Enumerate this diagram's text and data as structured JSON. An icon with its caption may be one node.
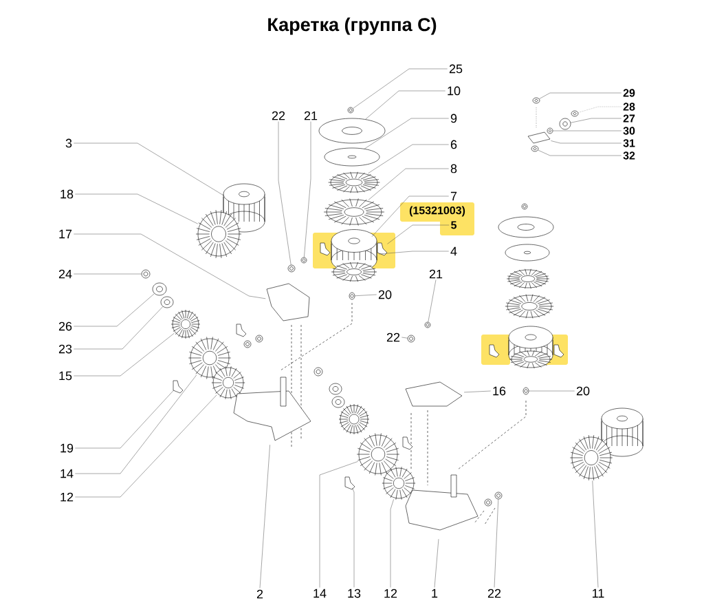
{
  "diagram": {
    "title": "Каретка (группа C)",
    "nodes": [
      {
        "text": [
          "25"
        ]
      },
      {
        "text": [
          "10"
        ]
      },
      {
        "text": [
          "9"
        ]
      },
      {
        "text": [
          "6"
        ]
      },
      {
        "text": [
          "8"
        ]
      },
      {
        "text": [
          "7"
        ]
      },
      {
        "text": [
          "5"
        ]
      },
      {
        "text": [
          "4"
        ]
      },
      {
        "text": [
          "22"
        ]
      },
      {
        "text": [
          "21"
        ]
      },
      {
        "text": [
          "3"
        ]
      },
      {
        "text": [
          "18"
        ]
      },
      {
        "text": [
          "17"
        ]
      },
      {
        "text": [
          "24"
        ]
      },
      {
        "text": [
          "26"
        ]
      },
      {
        "text": [
          "23"
        ]
      },
      {
        "text": [
          "15"
        ]
      },
      {
        "text": [
          "19"
        ]
      },
      {
        "text": [
          "14"
        ]
      },
      {
        "text": [
          "12"
        ]
      },
      {
        "text": [
          "20"
        ]
      },
      {
        "text": [
          "2"
        ]
      },
      {
        "text": [
          "14"
        ]
      },
      {
        "text": [
          "13"
        ]
      },
      {
        "text": [
          "12"
        ]
      },
      {
        "text": [
          "1"
        ]
      },
      {
        "text": [
          "22"
        ]
      },
      {
        "text": [
          "21"
        ]
      },
      {
        "text": [
          "22"
        ]
      },
      {
        "text": [
          "16"
        ]
      },
      {
        "text": [
          "20"
        ]
      },
      {
        "text": [
          "11"
        ]
      },
      {
        "text": [
          "29"
        ]
      },
      {
        "text": [
          "28"
        ]
      },
      {
        "text": [
          "27"
        ]
      },
      {
        "text": [
          "30"
        ]
      },
      {
        "text": [
          "31"
        ]
      },
      {
        "text": [
          "32"
        ]
      },
      {
        "text": [],
        "shape": "picture"
      },
      {
        "text": [],
        "shape": "picture"
      },
      {
        "text": [],
        "shape": "picture"
      },
      {
        "text": [],
        "shape": "picture"
      },
      {
        "text": [],
        "shape": "picture"
      },
      {
        "text": [],
        "shape": "picture"
      },
      {
        "text": [],
        "shape": "picture"
      },
      {
        "text": [],
        "shape": "picture"
      },
      {
        "text": [],
        "shape": "picture"
      },
      {
        "text": [],
        "shape": "picture"
      },
      {
        "text": [],
        "shape": "picture"
      },
      {
        "text": [],
        "shape": "picture"
      },
      {
        "text": [],
        "shape": "picture"
      },
      {
        "text": [],
        "shape": "picture"
      },
      {
        "text": [],
        "shape": "picture"
      },
      {
        "text": [],
        "shape": "picture"
      },
      {
        "text": [],
        "shape": "picture"
      },
      {
        "text": [],
        "shape": "picture"
      },
      {
        "text": [],
        "shape": "picture"
      },
      {
        "text": [],
        "shape": "picture"
      },
      {
        "text": [],
        "shape": "picture"
      },
      {
        "text": [],
        "shape": "picture"
      },
      {
        "text": [],
        "shape": "picture"
      },
      {
        "text": [],
        "shape": "picture"
      },
      {
        "text": [],
        "shape": "picture"
      },
      {
        "text": [],
        "shape": "picture"
      },
      {
        "text": [],
        "shape": "picture"
      },
      {
        "text": [],
        "shape": "picture"
      },
      {
        "text": [],
        "shape": "picture"
      },
      {
        "text": [],
        "shape": "picture"
      },
      {
        "text": [],
        "shape": "picture"
      },
      {
        "text": [],
        "shape": "picture"
      },
      {
        "text": [],
        "shape": "picture"
      },
      {
        "text": [],
        "shape": "picture"
      },
      {
        "text": [],
        "shape": "picture"
      },
      {
        "text": [],
        "shape": "picture"
      },
      {
        "text": [],
        "shape": "picture"
      },
      {
        "text": [],
        "shape": "picture"
      },
      {
        "text": [],
        "shape": "picture"
      },
      {
        "text": [],
        "shape": "picture"
      },
      {
        "text": [],
        "shape": "picture"
      },
      {
        "text": [],
        "shape": "picture"
      },
      {
        "text": [],
        "shape": "picture"
      },
      {
        "text": [],
        "shape": "picture"
      },
      {
        "text": [],
        "shape": "picture"
      },
      {
        "text": [],
        "shape": "picture"
      },
      {
        "text": [],
        "shape": "picture"
      },
      {
        "text": [],
        "shape": "picture"
      },
      {
        "text": [],
        "shape": "picture"
      },
      {
        "text": [],
        "shape": "picture"
      },
      {
        "text": [],
        "shape": "picture"
      },
      {
        "text": [],
        "shape": "picture"
      },
      {
        "text": [],
        "shape": "picture"
      },
      {
        "text": [],
        "shape": "picture"
      },
      {
        "text": [],
        "shape": "picture"
      },
      {
        "text": [],
        "shape": "picture"
      }
    ],
    "edges": [
      {
        "from": 0,
        "to": 38,
        "arrow": "none"
      },
      {
        "from": 1,
        "to": 39,
        "arrow": "none"
      },
      {
        "from": 2,
        "to": 40,
        "arrow": "none"
      },
      {
        "from": 3,
        "to": 41,
        "arrow": "none"
      },
      {
        "from": 4,
        "to": 42,
        "arrow": "none"
      },
      {
        "from": 5,
        "to": 43,
        "arrow": "none"
      },
      {
        "from": 6,
        "to": 44,
        "arrow": "none"
      },
      {
        "from": 7,
        "to": 43,
        "arrow": "none"
      },
      {
        "from": 8,
        "to": 46,
        "arrow": "none"
      },
      {
        "from": 9,
        "to": 47,
        "arrow": "none"
      },
      {
        "from": 10,
        "to": 48,
        "arrow": "none"
      },
      {
        "from": 11,
        "to": 49,
        "arrow": "none"
      },
      {
        "from": 12,
        "to": 50,
        "arrow": "none"
      },
      {
        "from": 13,
        "to": 51,
        "arrow": "none"
      },
      {
        "from": 14,
        "to": 52,
        "arrow": "none"
      },
      {
        "from": 15,
        "to": 53,
        "arrow": "none"
      },
      {
        "from": 16,
        "to": 54,
        "arrow": "none"
      },
      {
        "from": 17,
        "to": 55,
        "arrow": "none"
      },
      {
        "from": 18,
        "to": 56,
        "arrow": "none"
      },
      {
        "from": 19,
        "to": 57,
        "arrow": "none"
      },
      {
        "from": 20,
        "to": 59,
        "arrow": "none"
      },
      {
        "from": 21,
        "to": 58,
        "arrow": "none"
      },
      {
        "from": 22,
        "to": 60,
        "arrow": "none"
      },
      {
        "from": 23,
        "to": 61,
        "arrow": "none"
      },
      {
        "from": 24,
        "to": 62,
        "arrow": "none"
      },
      {
        "from": 25,
        "to": 63,
        "arrow": "none"
      },
      {
        "from": 26,
        "to": 64,
        "arrow": "none"
      },
      {
        "from": 27,
        "to": 66,
        "arrow": "none"
      },
      {
        "from": 28,
        "to": 67,
        "arrow": "none"
      },
      {
        "from": 29,
        "to": 68,
        "arrow": "none"
      },
      {
        "from": 30,
        "to": 69,
        "arrow": "none"
      },
      {
        "from": 31,
        "to": 71,
        "arrow": "none"
      },
      {
        "from": 32,
        "to": 72,
        "arrow": "none"
      },
      {
        "from": 33,
        "to": 73,
        "arrow": "none",
        "style": "dashed"
      },
      {
        "from": 34,
        "to": 74,
        "arrow": "none"
      },
      {
        "from": 35,
        "to": 75,
        "arrow": "none"
      },
      {
        "from": 36,
        "to": 76,
        "arrow": "none"
      },
      {
        "from": 37,
        "to": 77,
        "arrow": "none"
      }
    ],
    "labels": [
      "(15321003)"
    ]
  }
}
